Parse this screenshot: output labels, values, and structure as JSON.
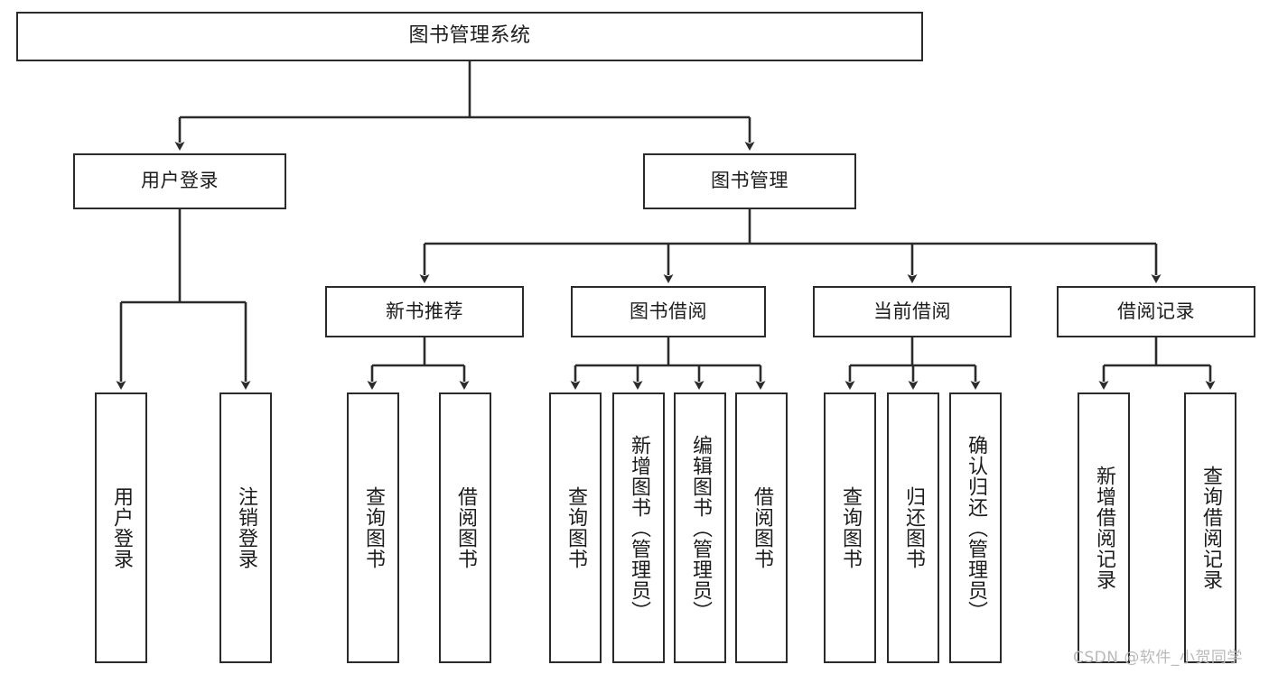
{
  "diagram": {
    "type": "tree-hierarchy-chart",
    "root": {
      "label": "图书管理系统"
    },
    "level1": [
      {
        "label": "用户登录"
      },
      {
        "label": "图书管理"
      }
    ],
    "level2": [
      {
        "label": "新书推荐"
      },
      {
        "label": "图书借阅"
      },
      {
        "label": "当前借阅"
      },
      {
        "label": "借阅记录"
      }
    ],
    "leaves": {
      "user_login": [
        {
          "label": "用户登录"
        },
        {
          "label": "注销登录"
        }
      ],
      "new_book_recommend": [
        {
          "label": "查询图书"
        },
        {
          "label": "借阅图书"
        }
      ],
      "book_borrow": [
        {
          "label": "查询图书"
        },
        {
          "label": "新增图书（管理员）"
        },
        {
          "label": "编辑图书（管理员）"
        },
        {
          "label": "借阅图书"
        }
      ],
      "current_borrow": [
        {
          "label": "查询图书"
        },
        {
          "label": "归还图书"
        },
        {
          "label": "确认归还（管理员）"
        }
      ],
      "borrow_record": [
        {
          "label": "新增借阅记录"
        },
        {
          "label": "查询借阅记录"
        }
      ]
    }
  },
  "watermark": {
    "text": "CSDN @软件_小贺同学"
  },
  "colors": {
    "stroke": "#2b2b2b",
    "fill": "#ffffff",
    "text": "#1c1c1c",
    "watermark": "#b9b9b9"
  }
}
